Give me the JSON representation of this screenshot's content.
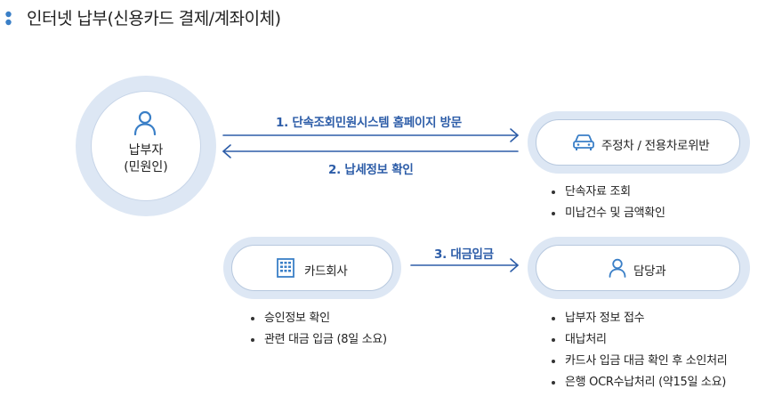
{
  "title": "인터넷 납부(신용카드 결제/계좌이체)",
  "payer": {
    "line1": "납부자",
    "line2": "(민원인)",
    "icon": "person-icon"
  },
  "parking": {
    "label": "주정차 / 전용차로위반",
    "icon": "car-icon"
  },
  "card_company": {
    "label": "카드회사",
    "icon": "building-icon"
  },
  "officer": {
    "label": "담당과",
    "icon": "person-icon"
  },
  "steps": {
    "step1": "1. 단속조회민원시스템 홈페이지 방문",
    "step2": "2. 납세정보 확인",
    "step3": "3. 대금입금"
  },
  "parking_list": [
    "단속자료 조회",
    "미납건수 및 금액확인"
  ],
  "card_list": [
    "승인정보 확인",
    "관련 대금 입금 (8일 소요)"
  ],
  "officer_list": [
    "납부자 정보 접수",
    "대납처리",
    "카드사 입금 대금 확인 후 소인처리",
    "은행 OCR수납처리 (약15일 소요)"
  ],
  "colors": {
    "accent": "#2d5da8",
    "ring": "#dde7f4",
    "border": "#b7c8de"
  }
}
